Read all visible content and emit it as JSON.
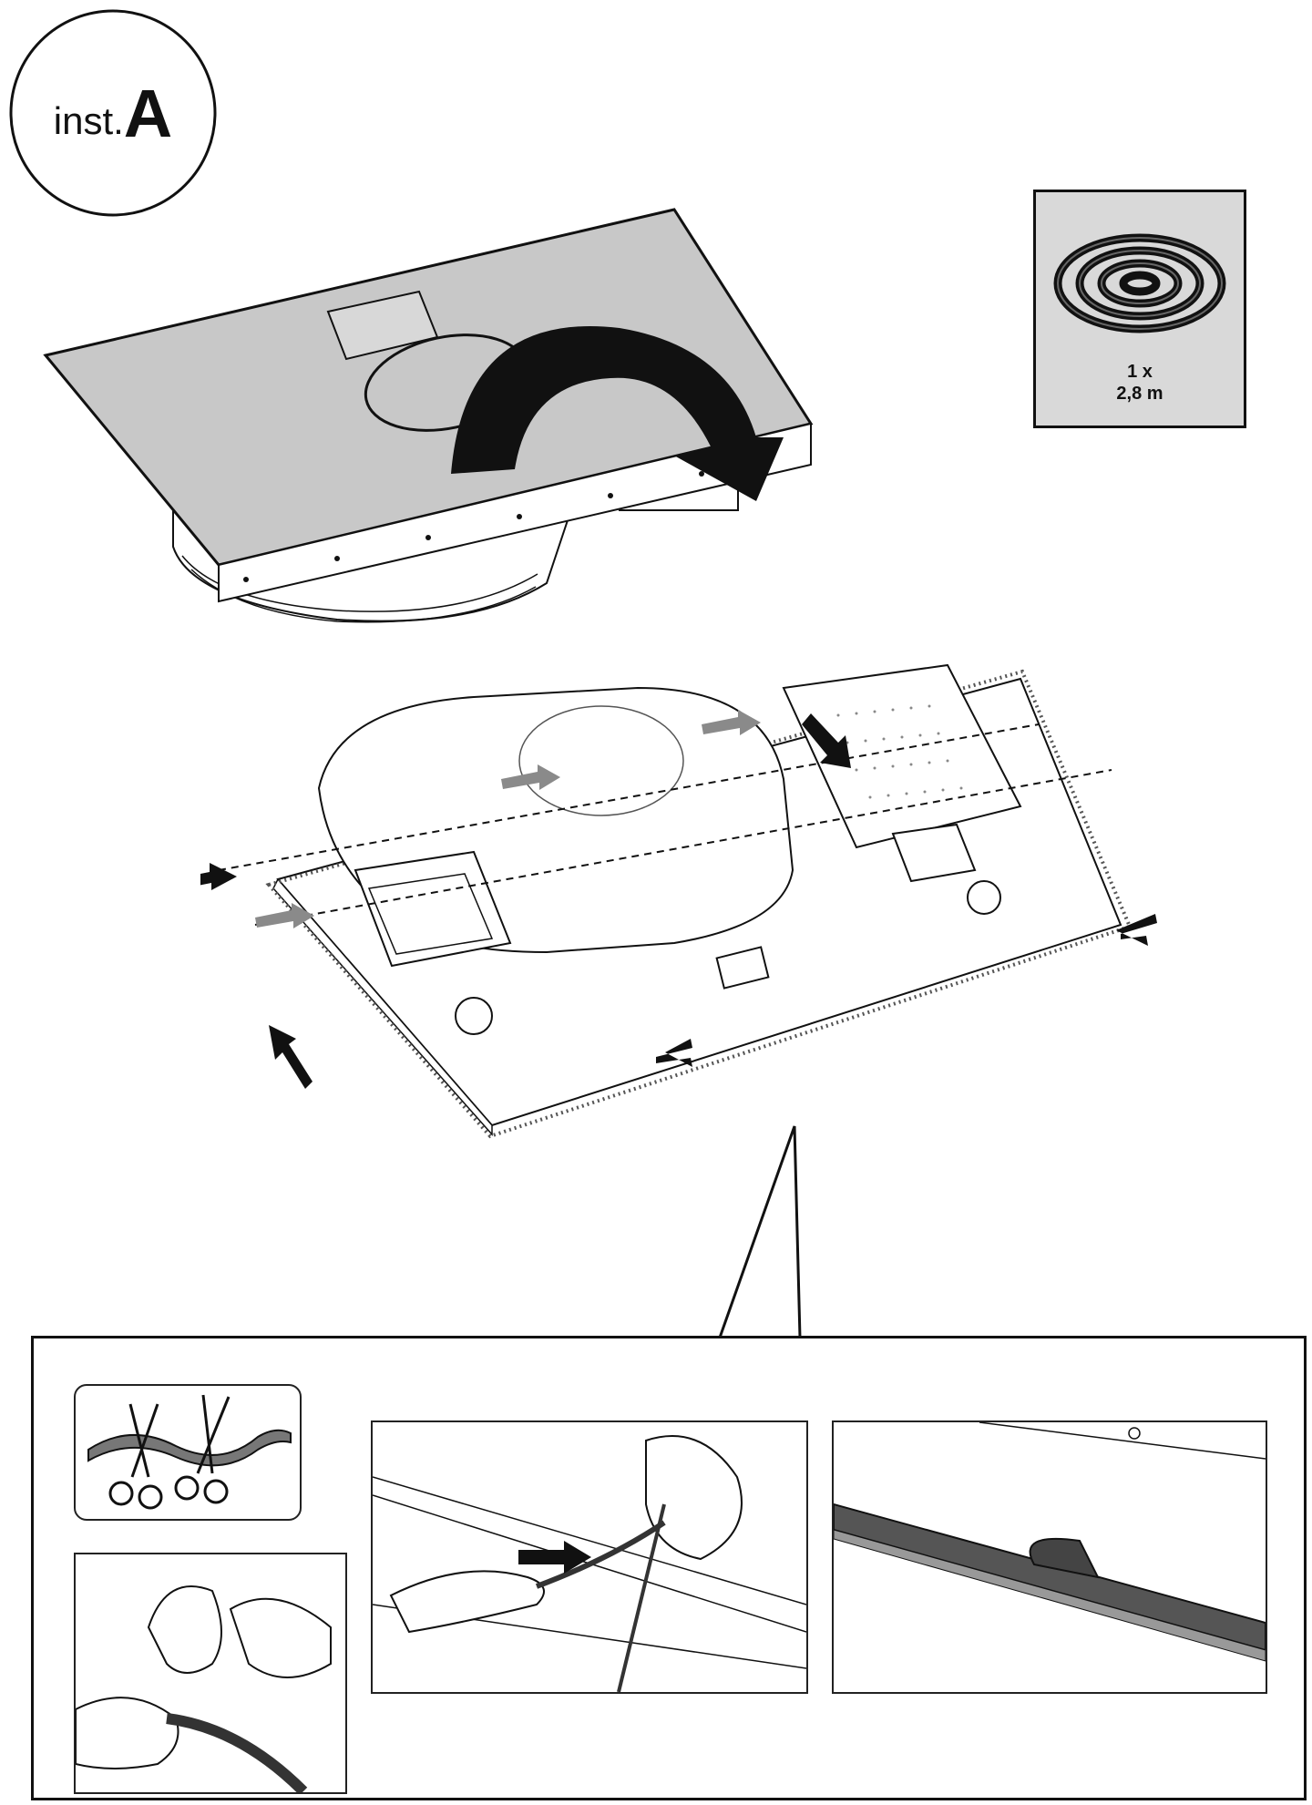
{
  "step": {
    "prefix": "inst.",
    "letter": "A"
  },
  "gasket": {
    "quantity": "1 x",
    "length": "2,8 m"
  },
  "colors": {
    "line": "#111111",
    "glass": "#c8c8c8",
    "panel_bg": "#d9d9d9",
    "arrow": "#111111",
    "arrow_dashed": "#8a8a8a"
  },
  "icons": [
    "rotate-arrow-icon",
    "push-arrow-icon",
    "scissors-icon",
    "gasket-roll-icon"
  ]
}
